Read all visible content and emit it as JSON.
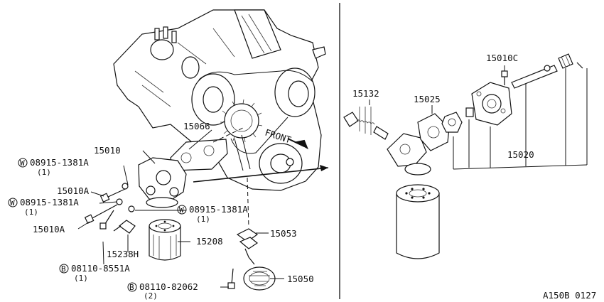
{
  "diagram_code": "A150B 0127",
  "front_label": "FRONT",
  "left": {
    "labels": {
      "p15066": "15066",
      "p15010": "15010",
      "w1": "08915-1381A",
      "w1q": "(1)",
      "p15010A_1": "15010A",
      "w2": "08915-1381A",
      "w2q": "(1)",
      "w3": "08915-1381A",
      "w3q": "(1)",
      "p15010A_2": "15010A",
      "p15238H": "15238H",
      "p15208": "15208",
      "p15053": "15053",
      "b1": "08110-8551A",
      "b1q": "(1)",
      "b2": "08110-82062",
      "b2q": "(2)",
      "p15050": "15050"
    },
    "marks": {
      "washer": "W",
      "bolt": "B"
    }
  },
  "right": {
    "labels": {
      "p15010C": "15010C",
      "p15132": "15132",
      "p15025": "15025",
      "p15020": "15020"
    }
  }
}
